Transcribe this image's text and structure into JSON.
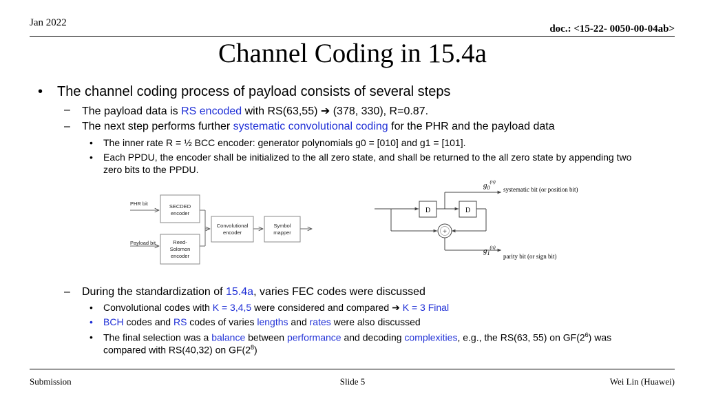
{
  "header": {
    "date": "Jan 2022",
    "doc": "doc.: <15-22- 0050-00-04ab>"
  },
  "title": "Channel Coding in 15.4a",
  "bullets": {
    "main": "The channel coding process of payload consists of several steps",
    "sub1": {
      "a": "The payload data is ",
      "b": "RS encoded",
      "c": " with RS(63,55) ",
      "d": " (378, 330), R=0.87."
    },
    "sub2": {
      "a": "The next step performs further ",
      "b": "systematic convolutional coding",
      "c": " for the PHR and the payload data"
    },
    "sub2_items": [
      "The inner rate R = ½ BCC encoder: generator polynomials g0 = [010] and g1 = [101].",
      "Each PPDU, the encoder shall be initialized to the all zero state, and shall be returned to the all zero state by appending two",
      "zero bits to the PPDU."
    ],
    "sub3": {
      "a": "During the standardization of ",
      "b": "15.4a",
      "c": ", varies FEC codes were discussed"
    },
    "item_conv": {
      "a": "Convolutional codes with ",
      "b": "K = 3,4,5",
      "c": " were considered and compared ",
      "d": "K = 3 Final"
    },
    "item_bch": {
      "a": "BCH",
      "b": " codes and ",
      "c": "RS",
      "d": " codes of varies ",
      "e": "lengths",
      "f": " and ",
      "g": "rates",
      "h": " were also discussed"
    },
    "item_final": {
      "a": "The final selection was a ",
      "b": "balance",
      "c": " between ",
      "d": "performance",
      "e": " and decoding ",
      "f": "complexities",
      "g": ", e.g., the RS(63, 55) on GF(2",
      "h": "6",
      "i": ") was",
      "j": "compared with RS(40,32) on GF(2",
      "k": "8",
      "l": ")"
    }
  },
  "block_diagram": {
    "phr_bit": "PHR bit",
    "payload_bit": "Payload bit",
    "secded_1": "SECDED",
    "secded_2": "encoder",
    "rs_1": "Reed-",
    "rs_2": "Solomon",
    "rs_3": "encoder",
    "conv_1": "Convolutional",
    "conv_2": "encoder",
    "sym_1": "Symbol",
    "sym_2": "mapper"
  },
  "encoder_diagram": {
    "d1": "D",
    "d2": "D",
    "adder": "+",
    "g0": "g",
    "g0_sub": "0",
    "g0_sup": "(n)",
    "g1": "g",
    "g1_sub": "1",
    "g1_sup": "(n)",
    "systematic": "systematic bit (or position bit)",
    "parity": "parity bit (or sign bit)"
  },
  "footer": {
    "left": "Submission",
    "center": "Slide 5",
    "right": "Wei Lin (Huawei)"
  },
  "colors": {
    "highlight": "#1f2fd6"
  }
}
